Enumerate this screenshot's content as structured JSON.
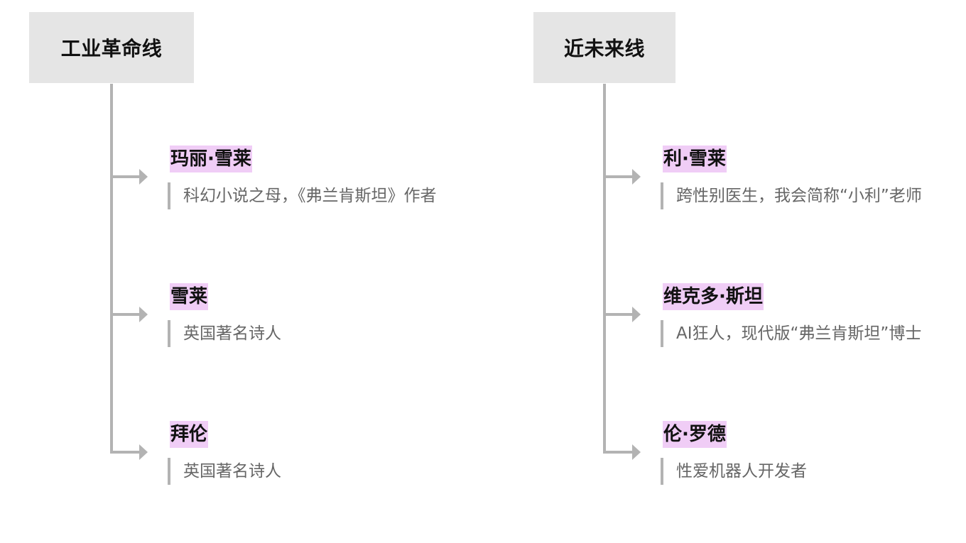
{
  "left": {
    "heading": "工业革命线",
    "nodes": [
      {
        "name": "玛丽·雪莱",
        "desc": "科幻小说之母，《弗兰肯斯坦》作者"
      },
      {
        "name": "雪莱",
        "desc": "英国著名诗人"
      },
      {
        "name": "拜伦",
        "desc": "英国著名诗人"
      }
    ]
  },
  "right": {
    "heading": "近未来线",
    "nodes": [
      {
        "name": "利·雪莱",
        "desc": "跨性别医生，我会简称“小利”老师"
      },
      {
        "name": "维克多·斯坦",
        "desc": "AI狂人，现代版“弗兰肯斯坦”博士"
      },
      {
        "name": "伦·罗德",
        "desc": "性爱机器人开发者"
      }
    ]
  },
  "colors": {
    "header_bg": "#e5e5e5",
    "highlight": "#f0cdf6",
    "connector": "#b3b3b3",
    "desc_text": "#666666"
  }
}
